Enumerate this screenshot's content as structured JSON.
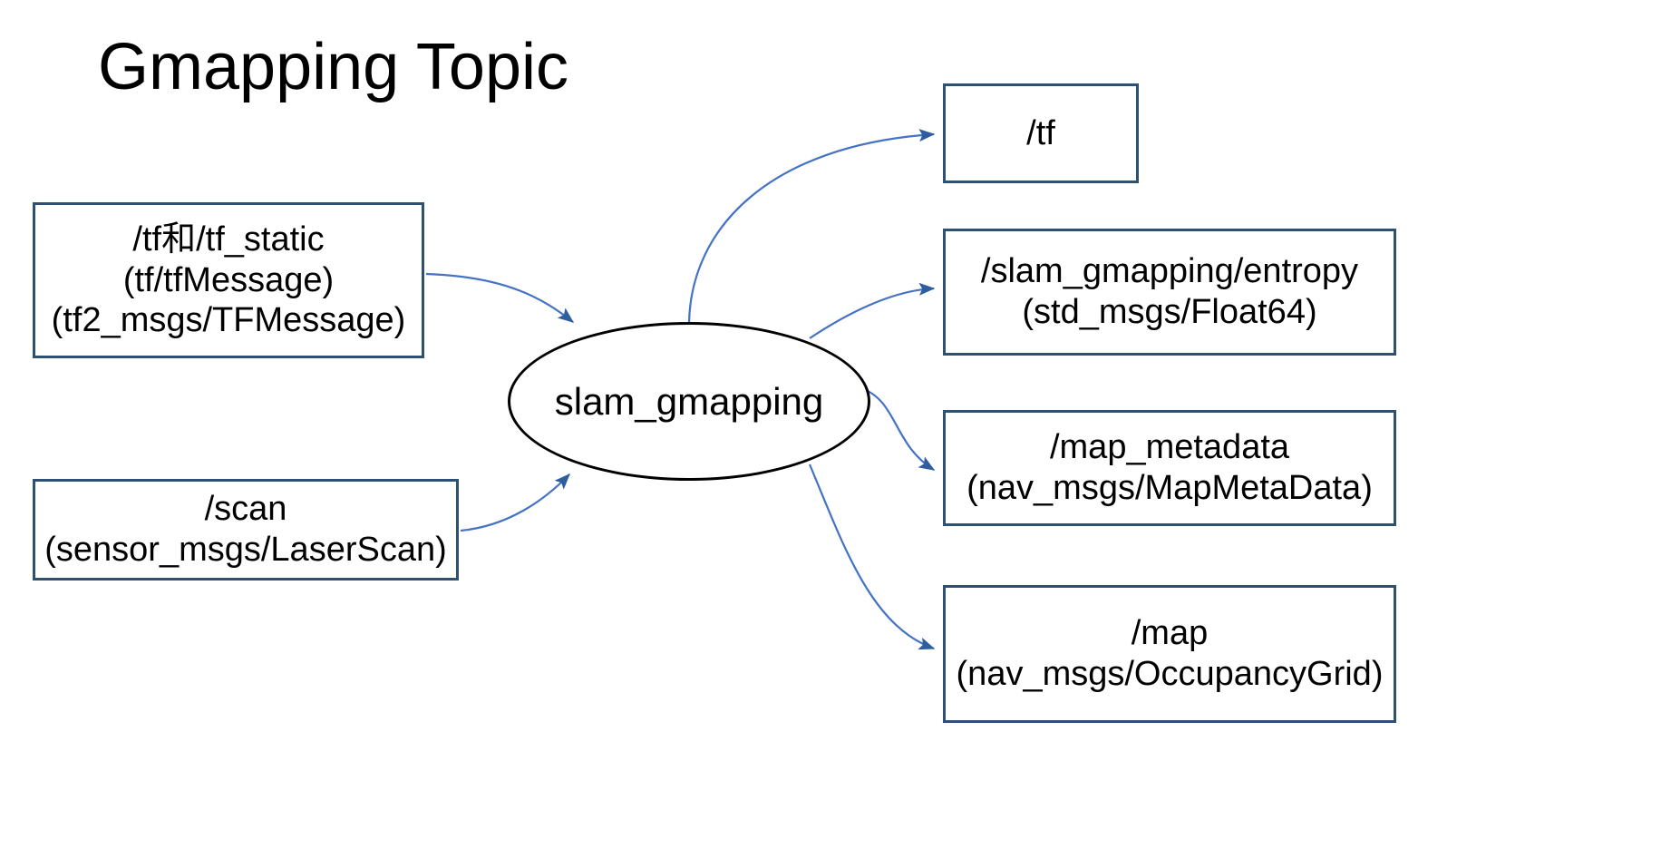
{
  "page": {
    "title": "Gmapping Topic",
    "background_color": "#FFFFFF"
  },
  "colors": {
    "box_border": "#2E5073",
    "ellipse_border": "#000000",
    "arrow": "#4472C4",
    "arrow_head": "#2E5E9E",
    "text": "#000000"
  },
  "graph": {
    "center_node": {
      "label": "slam_gmapping",
      "shape": "ellipse"
    },
    "inputs": [
      {
        "id": "tf-static",
        "lines": [
          "/tf和/tf_static",
          "(tf/tfMessage)",
          "(tf2_msgs/TFMessage)"
        ],
        "topic": "/tf和/tf_static",
        "types": [
          "tf/tfMessage",
          "tf2_msgs/TFMessage"
        ]
      },
      {
        "id": "scan",
        "lines": [
          "/scan",
          "(sensor_msgs/LaserScan)"
        ],
        "topic": "/scan",
        "types": [
          "sensor_msgs/LaserScan"
        ]
      }
    ],
    "outputs": [
      {
        "id": "tf-out",
        "lines": [
          "/tf"
        ],
        "topic": "/tf",
        "types": []
      },
      {
        "id": "entropy",
        "lines": [
          "/slam_gmapping/entropy",
          "(std_msgs/Float64)"
        ],
        "topic": "/slam_gmapping/entropy",
        "types": [
          "std_msgs/Float64"
        ]
      },
      {
        "id": "map-metadata",
        "lines": [
          "/map_metadata",
          "(nav_msgs/MapMetaData)"
        ],
        "topic": "/map_metadata",
        "types": [
          "nav_msgs/MapMetaData"
        ]
      },
      {
        "id": "map",
        "lines": [
          "/map",
          "(nav_msgs/OccupancyGrid)"
        ],
        "topic": "/map",
        "types": [
          "nav_msgs/OccupancyGrid"
        ]
      }
    ],
    "edges": [
      {
        "from": "tf-static",
        "to": "slam_gmapping",
        "direction": "in"
      },
      {
        "from": "scan",
        "to": "slam_gmapping",
        "direction": "in"
      },
      {
        "from": "slam_gmapping",
        "to": "tf-out",
        "direction": "out"
      },
      {
        "from": "slam_gmapping",
        "to": "entropy",
        "direction": "out"
      },
      {
        "from": "slam_gmapping",
        "to": "map-metadata",
        "direction": "out"
      },
      {
        "from": "slam_gmapping",
        "to": "map",
        "direction": "out"
      }
    ]
  }
}
